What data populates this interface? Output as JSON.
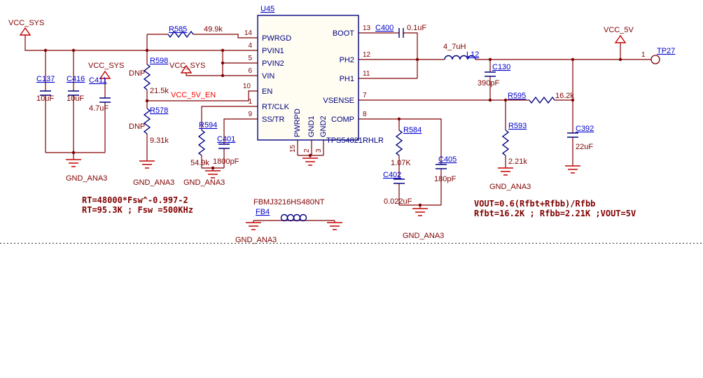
{
  "nets": {
    "vcc_sys": "VCC_SYS",
    "vcc_5v": "VCC_5V",
    "vcc_5v_en": "VCC_5V_EN",
    "gnd": "GND_ANA3"
  },
  "chip": {
    "designator": "U45",
    "part": "TPS54821RHLR",
    "pins": {
      "left": [
        {
          "num": "14",
          "name": "PWRGD"
        },
        {
          "num": "4",
          "name": "PVIN1"
        },
        {
          "num": "5",
          "name": "PVIN2"
        },
        {
          "num": "6",
          "name": "VIN"
        },
        {
          "num": "10",
          "name": "EN"
        },
        {
          "num": "1",
          "name": "RT/CLK"
        },
        {
          "num": "9",
          "name": "SS/TR"
        }
      ],
      "right": [
        {
          "num": "13",
          "name": "BOOT"
        },
        {
          "num": "12",
          "name": "PH2"
        },
        {
          "num": "11",
          "name": "PH1"
        },
        {
          "num": "7",
          "name": "VSENSE"
        },
        {
          "num": "8",
          "name": "COMP"
        }
      ],
      "bottom": [
        {
          "num": "15",
          "name": "PWRPD"
        },
        {
          "num": "2",
          "name": "GND1"
        },
        {
          "num": "3",
          "name": "GND2"
        }
      ]
    }
  },
  "components": {
    "c137": {
      "ref": "C137",
      "value": "10uF"
    },
    "c416": {
      "ref": "C416",
      "value": "10uF"
    },
    "c411": {
      "ref": "C411",
      "value": "4.7uF"
    },
    "r598": {
      "ref": "R598",
      "value": "21.5k",
      "note": "DNP"
    },
    "r578": {
      "ref": "R578",
      "value": "9.31k",
      "note": "DNP"
    },
    "r585": {
      "ref": "R585",
      "value": "49.9k"
    },
    "r594": {
      "ref": "R594",
      "value": "54.9k"
    },
    "c401": {
      "ref": "C401",
      "value": "1800pF"
    },
    "c400": {
      "ref": "C400",
      "value": "0.1uF"
    },
    "l12": {
      "ref": "L12",
      "value": "4_7uH"
    },
    "c130": {
      "ref": "C130",
      "value": "390pF"
    },
    "r595": {
      "ref": "R595",
      "value": "16.2k"
    },
    "r593": {
      "ref": "R593",
      "value": "2.21k"
    },
    "c392": {
      "ref": "C392",
      "value": "22uF"
    },
    "r584": {
      "ref": "R584",
      "value": "1.07K"
    },
    "c405": {
      "ref": "C405",
      "value": "180pF"
    },
    "c402": {
      "ref": "C402",
      "value": "0.022uF"
    },
    "fb4": {
      "ref": "FB4",
      "value": "FBMJ3216HS480NT"
    },
    "tp27": {
      "ref": "TP27",
      "pin": "1"
    }
  },
  "annotations": {
    "rt_formula": "RT=48000*Fsw^-0.997-2",
    "rt_values": "RT=95.3K ;  Fsw =500KHz",
    "vout_formula": "VOUT=0.6(Rfbt+Rfbb)/Rfbb",
    "vout_values": "Rfbt=16.2K ;  Rfbb=2.21K  ;VOUT=5V"
  }
}
